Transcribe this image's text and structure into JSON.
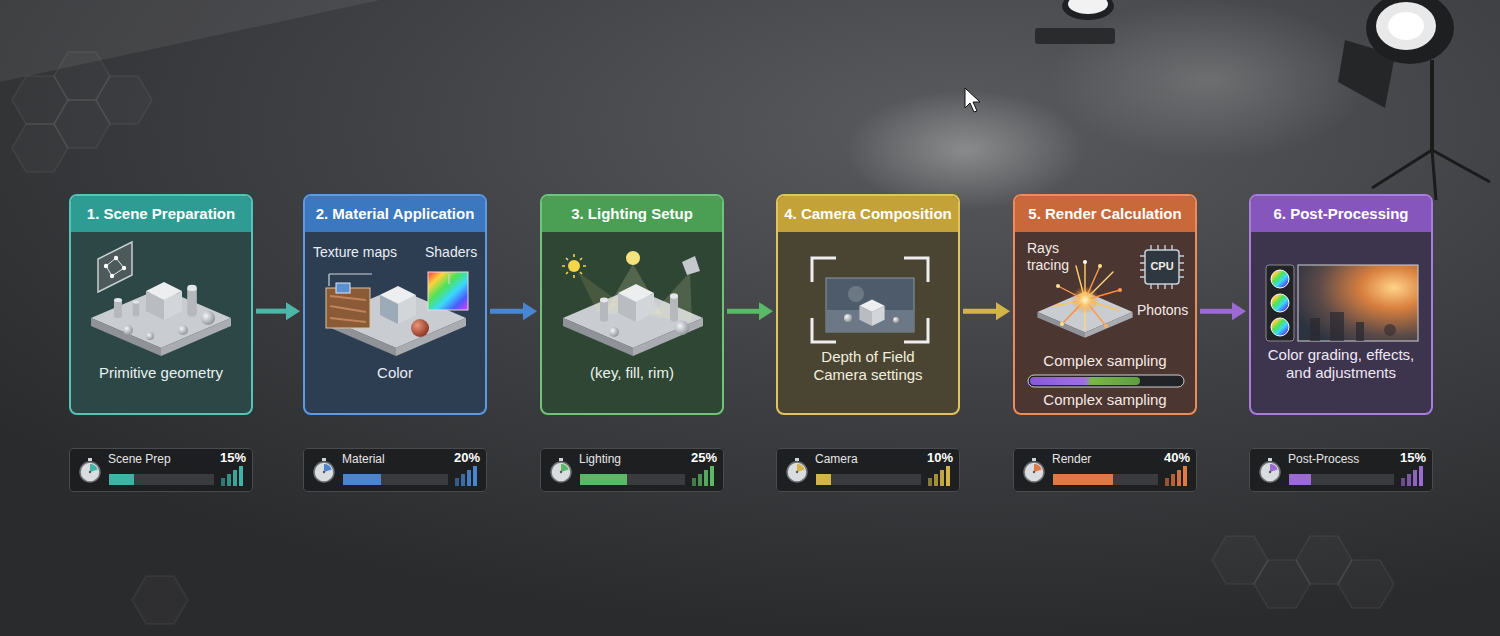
{
  "diagram": {
    "nodes": [
      {
        "text": [
          "1. Scene Preparation",
          "Primitive geometry"
        ]
      },
      {
        "text": [
          "2. Material Application",
          "Texture maps",
          "Shaders",
          "Color"
        ]
      },
      {
        "text": [
          "3. Lighting Setup",
          "(key, fill, rim)"
        ]
      },
      {
        "text": [
          "4. Camera Composition",
          "Depth of Field Camera settings"
        ]
      },
      {
        "text": [
          "5. Render Calculation",
          "Rays tracing",
          "CPU",
          "Photons",
          "Complex sampling",
          "Complex sampling"
        ]
      },
      {
        "text": [
          "6. Post-Processing",
          "Color grading, effects, and adjustments"
        ]
      },
      {
        "text": [
          "Scene Prep",
          "15%"
        ]
      },
      {
        "text": [
          "Material",
          "20%"
        ]
      },
      {
        "text": [
          "Lighting",
          "25%"
        ]
      },
      {
        "text": [
          "Camera",
          "10%"
        ]
      },
      {
        "text": [
          "Render",
          "40%"
        ]
      },
      {
        "text": [
          "Post-Process",
          "15%"
        ]
      }
    ],
    "edges": [
      {
        "from": 0,
        "to": 1,
        "arrow": "to"
      },
      {
        "from": 1,
        "to": 2,
        "arrow": "to"
      },
      {
        "from": 2,
        "to": 3,
        "arrow": "to"
      },
      {
        "from": 3,
        "to": 4,
        "arrow": "to"
      },
      {
        "from": 4,
        "to": 5,
        "arrow": "to"
      }
    ]
  }
}
